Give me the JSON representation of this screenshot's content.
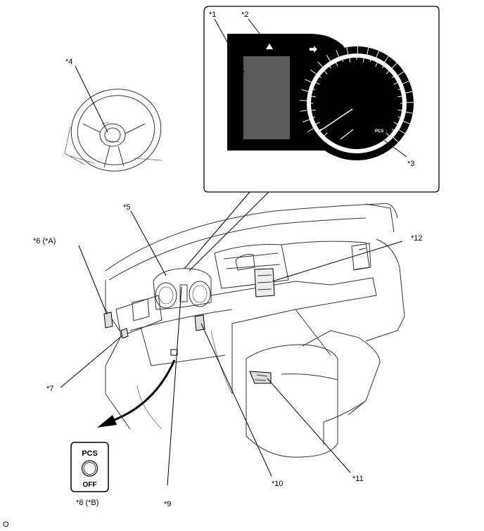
{
  "callouts": {
    "c1": "*1",
    "c2": "*2",
    "c3": "*3",
    "c4": "*4",
    "c5": "*5",
    "c6": "*6 (*A)",
    "c7": "*7",
    "c8": "*8 (*B)",
    "c9": "*9",
    "c10": "*10",
    "c11": "*11",
    "c12": "*12"
  },
  "gauge_text": "PCS",
  "switch_panel": {
    "top_label": "PCS",
    "bottom_label": "OFF"
  },
  "figure_code": "O",
  "colors": {
    "display_panel": "#5a5a5a",
    "line": "#000000",
    "sketch": "#333333"
  }
}
